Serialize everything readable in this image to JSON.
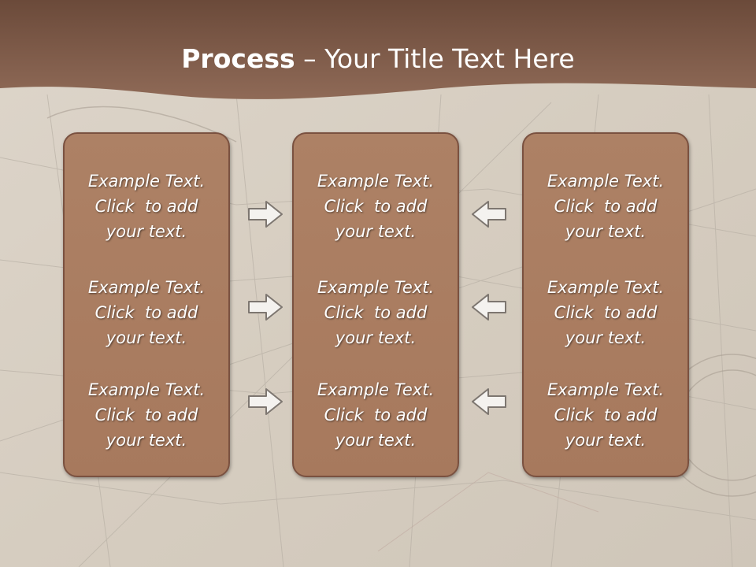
{
  "slide": {
    "title_bold": "Process",
    "title_dash": " – ",
    "title_rest": "Your Title Text Here"
  },
  "colors": {
    "header_brown": "#8b6552",
    "panel_fill": "#ab7e62",
    "panel_border": "#7a5140",
    "arrow_fill": "#f4f2ef",
    "arrow_stroke": "#7d7670"
  },
  "panels": [
    {
      "items": [
        "Example Text.\nClick  to add\nyour text.",
        "Example Text.\nClick  to add\nyour text.",
        "Example Text.\nClick  to add\nyour text."
      ]
    },
    {
      "items": [
        "Example Text.\nClick  to add\nyour text.",
        "Example Text.\nClick  to add\nyour text.",
        "Example Text.\nClick  to add\nyour text."
      ]
    },
    {
      "items": [
        "Example Text.\nClick  to add\nyour text.",
        "Example Text.\nClick  to add\nyour text.",
        "Example Text.\nClick  to add\nyour text."
      ]
    }
  ],
  "arrows": {
    "left_group_direction": "right",
    "right_group_direction": "left"
  }
}
